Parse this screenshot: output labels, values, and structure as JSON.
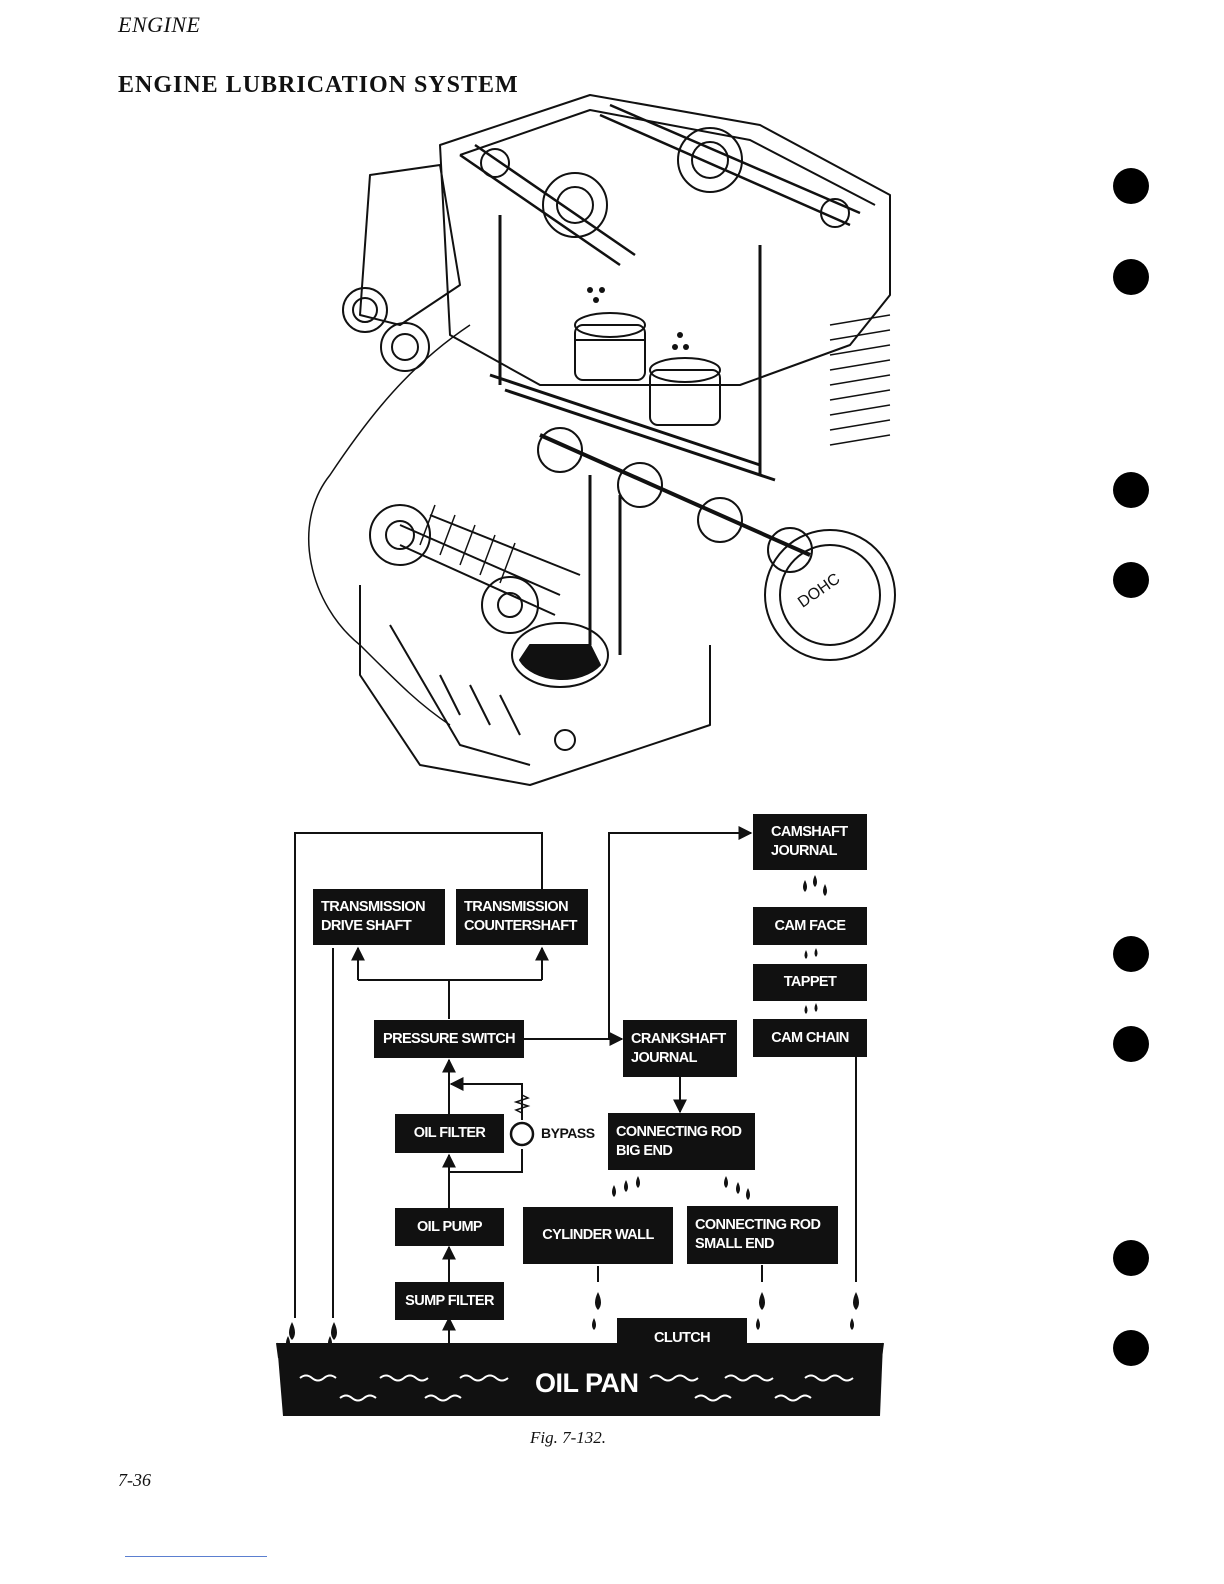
{
  "header": {
    "section": "ENGINE",
    "title": "ENGINE LUBRICATION SYSTEM"
  },
  "figure": {
    "caption": "Fig. 7-132.",
    "boxes": {
      "trans_drive": "TRANSMISSION\nDRIVE SHAFT",
      "trans_counter": "TRANSMISSION\nCOUNTERSHAFT",
      "pressure_switch": "PRESSURE SWITCH",
      "oil_filter": "OIL FILTER",
      "oil_pump": "OIL PUMP",
      "sump_filter": "SUMP FILTER",
      "camshaft_journal": "CAMSHAFT\nJOURNAL",
      "cam_face": "CAM FACE",
      "tappet": "TAPPET",
      "cam_chain": "CAM CHAIN",
      "crankshaft_journal": "CRANKSHAFT\nJOURNAL",
      "conrod_big": "CONNECTING ROD\nBIG END",
      "cylinder_wall": "CYLINDER WALL",
      "conrod_small": "CONNECTING ROD\nSMALL END",
      "clutch": "CLUTCH"
    },
    "bypass_label": "BYPASS",
    "oil_pan_label": "OIL PAN"
  },
  "page_number": "7-36",
  "colors": {
    "ink": "#111111",
    "paper": "#ffffff"
  }
}
